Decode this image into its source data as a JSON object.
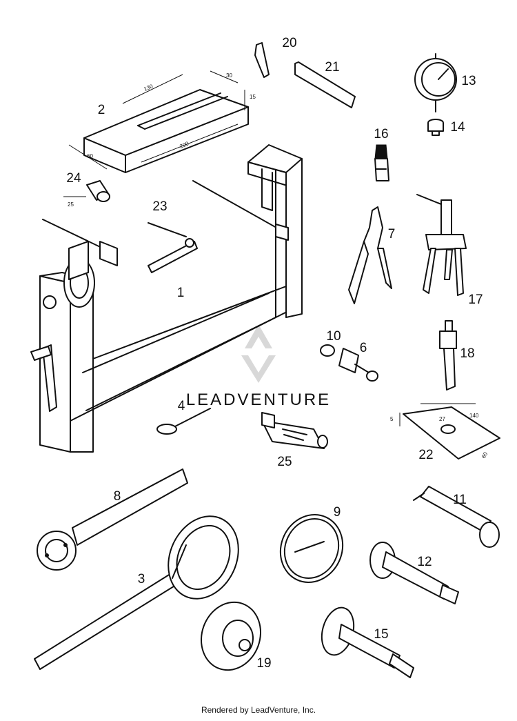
{
  "callouts": {
    "c1": "1",
    "c2": "2",
    "c3": "3",
    "c4": "4",
    "c6": "6",
    "c7": "7",
    "c8": "8",
    "c9": "9",
    "c10": "10",
    "c11": "11",
    "c12": "12",
    "c13": "13",
    "c14": "14",
    "c15": "15",
    "c16": "16",
    "c17": "17",
    "c18": "18",
    "c19": "19",
    "c20": "20",
    "c21": "21",
    "c22": "22",
    "c23": "23",
    "c24": "24",
    "c25": "25"
  },
  "dimensions": {
    "block_130": "130",
    "block_30": "30",
    "block_15": "15",
    "block_200": "200",
    "block_60": "60",
    "spacer_25": "25",
    "plate_140": "140",
    "plate_5": "5",
    "plate_27": "27",
    "plate_60": "60"
  },
  "watermark": {
    "text": "LEADVENTURE"
  },
  "footer": {
    "text": "Rendered by LeadVenture, Inc."
  }
}
